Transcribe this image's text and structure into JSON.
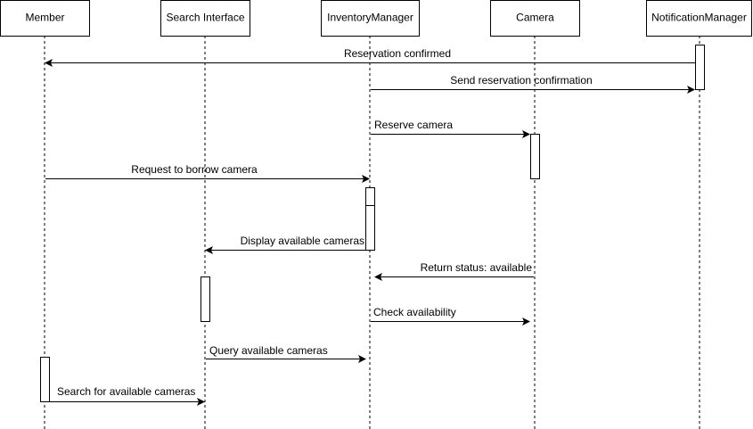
{
  "participants": [
    {
      "id": "member",
      "label": "Member"
    },
    {
      "id": "search",
      "label": "Search Interface"
    },
    {
      "id": "inventory",
      "label": "InventoryManager"
    },
    {
      "id": "camera",
      "label": "Camera"
    },
    {
      "id": "notification",
      "label": "NotificationManager"
    }
  ],
  "messages": [
    {
      "id": "reservation-confirmed",
      "from": "notification",
      "to": "member",
      "label": "Reservation confirmed"
    },
    {
      "id": "send-reservation-confirmation",
      "from": "inventory",
      "to": "notification",
      "label": "Send reservation confirmation"
    },
    {
      "id": "reserve-camera",
      "from": "inventory",
      "to": "camera",
      "label": "Reserve camera"
    },
    {
      "id": "request-to-borrow",
      "from": "member",
      "to": "inventory",
      "label": "Request to borrow camera"
    },
    {
      "id": "display-available-cameras",
      "from": "inventory",
      "to": "search",
      "label": "Display available cameras"
    },
    {
      "id": "return-status",
      "from": "camera",
      "to": "inventory",
      "label": "Return status: available"
    },
    {
      "id": "check-availability",
      "from": "inventory",
      "to": "camera",
      "label": "Check availability"
    },
    {
      "id": "query-available-cameras",
      "from": "search",
      "to": "inventory",
      "label": "Query available cameras"
    },
    {
      "id": "search-for-available-cameras",
      "from": "member",
      "to": "search",
      "label": "Search for available cameras"
    }
  ]
}
